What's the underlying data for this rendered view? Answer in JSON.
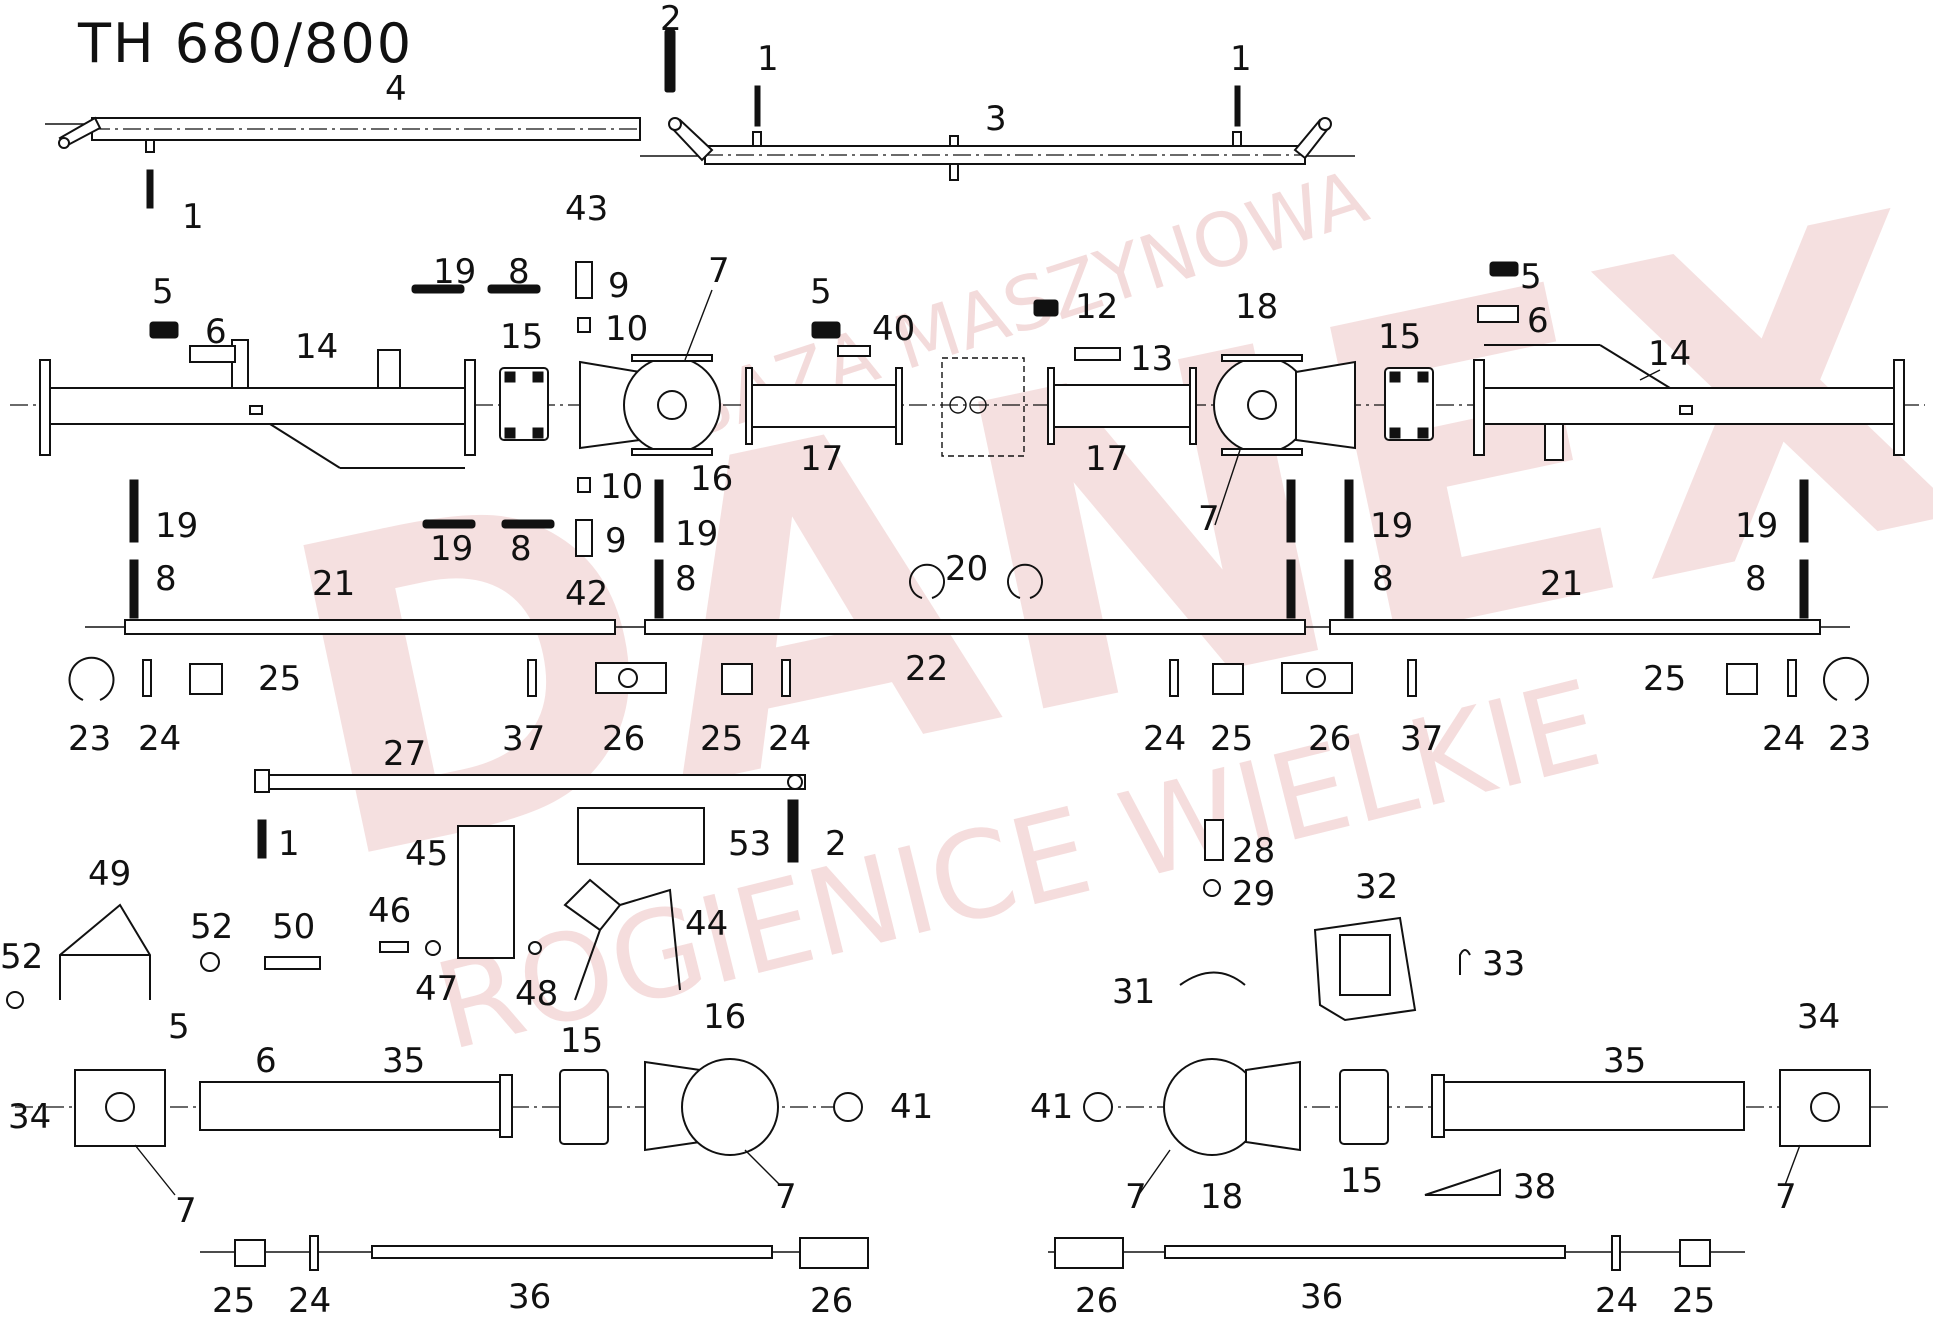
{
  "title": "TH 680/800",
  "watermark": {
    "brand": "DANEX",
    "line1": "BAZA MASZYNOWA",
    "line2": "ROGIENICE WIELKIE"
  },
  "labels": {
    "n1": "1",
    "n2": "2",
    "n3": "3",
    "n4": "4",
    "n5": "5",
    "n6": "6",
    "n7": "7",
    "n8": "8",
    "n9": "9",
    "n10": "10",
    "n12": "12",
    "n13": "13",
    "n14": "14",
    "n15": "15",
    "n16": "16",
    "n17": "17",
    "n18": "18",
    "n19": "19",
    "n20": "20",
    "n21": "21",
    "n22": "22",
    "n23": "23",
    "n24": "24",
    "n25": "25",
    "n26": "26",
    "n27": "27",
    "n28": "28",
    "n29": "29",
    "n31": "31",
    "n32": "32",
    "n33": "33",
    "n34": "34",
    "n35": "35",
    "n36": "36",
    "n37": "37",
    "n38": "38",
    "n40": "40",
    "n41": "41",
    "n42": "42",
    "n43": "43",
    "n44": "44",
    "n45": "45",
    "n46": "46",
    "n47": "47",
    "n48": "48",
    "n49": "49",
    "n50": "50",
    "n52": "52",
    "n53": "53"
  }
}
